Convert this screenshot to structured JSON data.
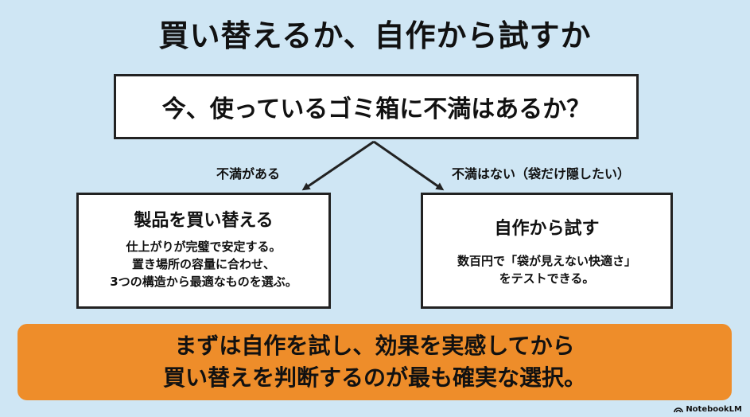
{
  "title": "買い替えるか、自作から試すか",
  "question": "今、使っているゴミ箱に不満はあるか？",
  "branches": {
    "left_label": "不満がある",
    "right_label": "不満はない（袋だけ隠したい）"
  },
  "left_option": {
    "title": "製品を買い替える",
    "lines": [
      "仕上がりが完璧で安定する。",
      "置き場所の容量に合わせ、",
      "3つの構造から最適なものを選ぶ。"
    ]
  },
  "right_option": {
    "title": "自作から試す",
    "lines": [
      "数百円で「袋が見えない快適さ」",
      "をテストできる。"
    ]
  },
  "conclusion": {
    "lines": [
      "まずは自作を試し、効果を実感してから",
      "買い替えを判断するのが最も確実な選択。"
    ]
  },
  "brand": "NotebookLM",
  "colors": {
    "background": "#cfe6f4",
    "conclusion_fill": "#ee8d2a",
    "border": "#222222"
  }
}
